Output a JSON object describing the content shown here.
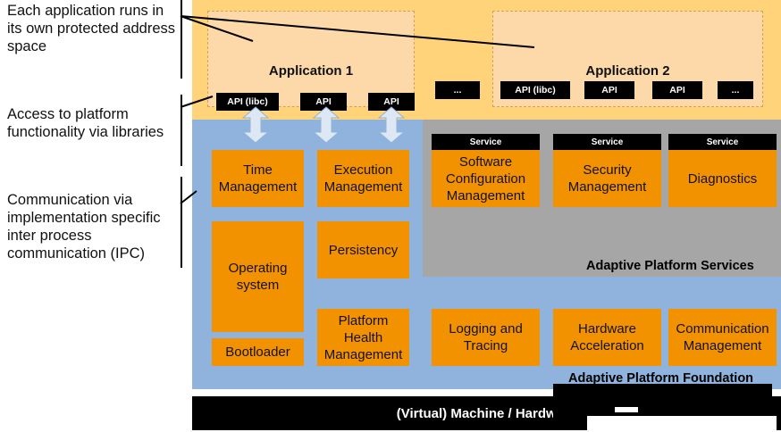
{
  "annotations": [
    "Each application runs in its own protected address space",
    "Access to platform functionality via libraries",
    "Communication via implementation specific inter process communication (IPC)"
  ],
  "applications": [
    {
      "title": "Application 1",
      "apis": [
        "API (libc)",
        "API",
        "API",
        "..."
      ]
    },
    {
      "title": "Application 2",
      "apis": [
        "API (libc)",
        "API",
        "API",
        "..."
      ]
    }
  ],
  "service_tag": "Service",
  "services": [
    "Software Configuration Management",
    "Security Management",
    "Diagnostics"
  ],
  "services_layer_label": "Adaptive Platform Services",
  "foundation_modules": {
    "time_management": "Time Management",
    "execution_management": "Execution Management",
    "operating_system": "Operating system",
    "persistency": "Persistency",
    "bootloader": "Bootloader",
    "platform_health_management": "Platform Health Management",
    "logging_and_tracing": "Logging and Tracing",
    "hardware_acceleration": "Hardware Acceleration",
    "communication_management": "Communication Management"
  },
  "foundation_layer_label": "Adaptive Platform Foundation",
  "hardware_label": "(Virtual) Machine / Hardware",
  "colors": {
    "application_layer": "#ffd37a",
    "foundation_layer": "#8fb3dd",
    "services_layer": "#a6a6a6",
    "module": "#f39200",
    "black": "#000000"
  }
}
